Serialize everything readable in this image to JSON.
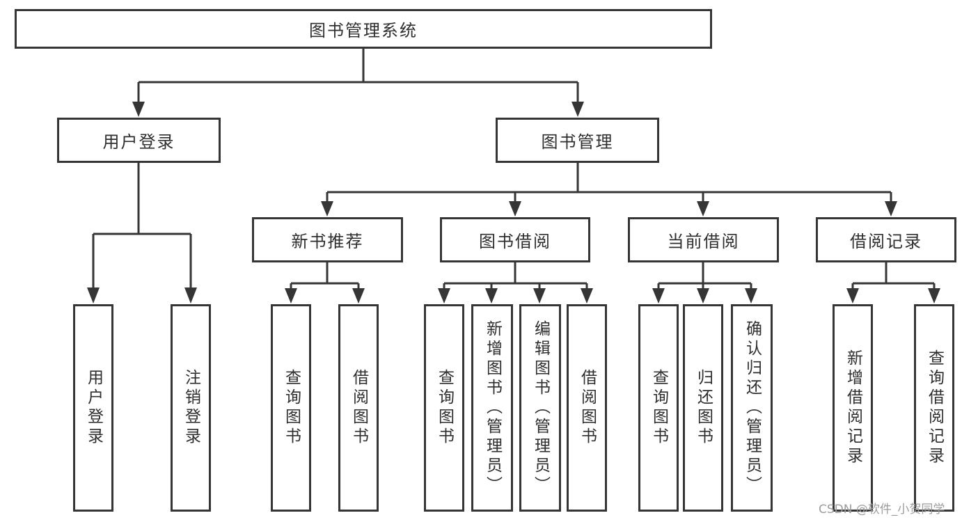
{
  "tree": {
    "label": "图书管理系统",
    "children": [
      {
        "label": "用户登录",
        "children": [
          {
            "label": "用户登录"
          },
          {
            "label": "注销登录"
          }
        ]
      },
      {
        "label": "图书管理",
        "children": [
          {
            "label": "新书推荐",
            "children": [
              {
                "label": "查询图书"
              },
              {
                "label": "借阅图书"
              }
            ]
          },
          {
            "label": "图书借阅",
            "children": [
              {
                "label": "查询图书"
              },
              {
                "label": "新增图书（管理员）"
              },
              {
                "label": "编辑图书（管理员）"
              },
              {
                "label": "借阅图书"
              }
            ]
          },
          {
            "label": "当前借阅",
            "children": [
              {
                "label": "查询图书"
              },
              {
                "label": "归还图书"
              },
              {
                "label": "确认归还（管理员）"
              }
            ]
          },
          {
            "label": "借阅记录",
            "children": [
              {
                "label": "新增借阅记录"
              },
              {
                "label": "查询借阅记录"
              }
            ]
          }
        ]
      }
    ]
  },
  "watermark": {
    "text": "CSDN @软件_小贺同学"
  },
  "colors": {
    "line": "#353535",
    "box_border": "#353535",
    "text": "#2e2e2e",
    "watermark": "#9c9c9c",
    "background": "#ffffff"
  }
}
